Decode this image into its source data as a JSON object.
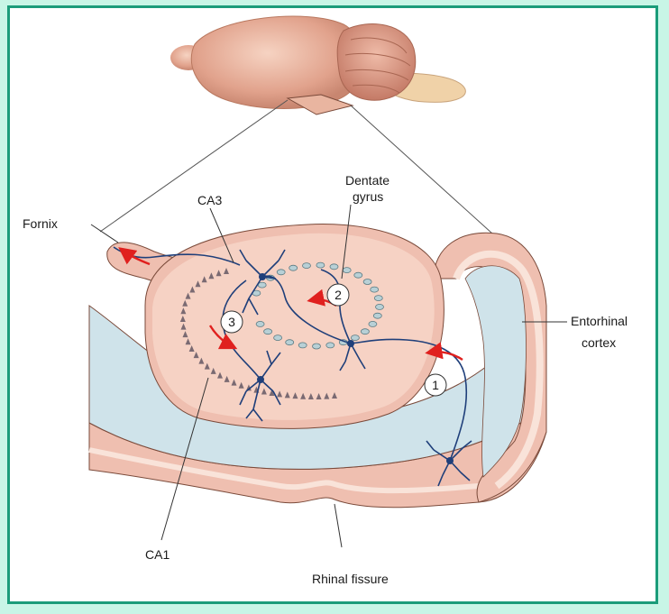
{
  "labels": {
    "fornix": "Fornix",
    "ca3": "CA3",
    "dentate_line1": "Dentate",
    "dentate_line2": "gyrus",
    "entorhinal_line1": "Entorhinal",
    "entorhinal_line2": "cortex",
    "ca1": "CA1",
    "rhinal_fissure": "Rhinal fissure"
  },
  "pathway_steps": [
    "1",
    "2",
    "3"
  ],
  "colors": {
    "background": "#c8f5e6",
    "frame_border": "#1b9c7a",
    "tissue_pink": "#f0c4b4",
    "tissue_light": "#fbe2d6",
    "ventricle_blue": "#cfe3ea",
    "neuron": "#1f3f7a",
    "arrow": "#e0201e"
  },
  "icons": {
    "brain": "brain-illustration-icon",
    "neuron": "neuron-icon",
    "arrow": "flow-arrow-icon"
  }
}
